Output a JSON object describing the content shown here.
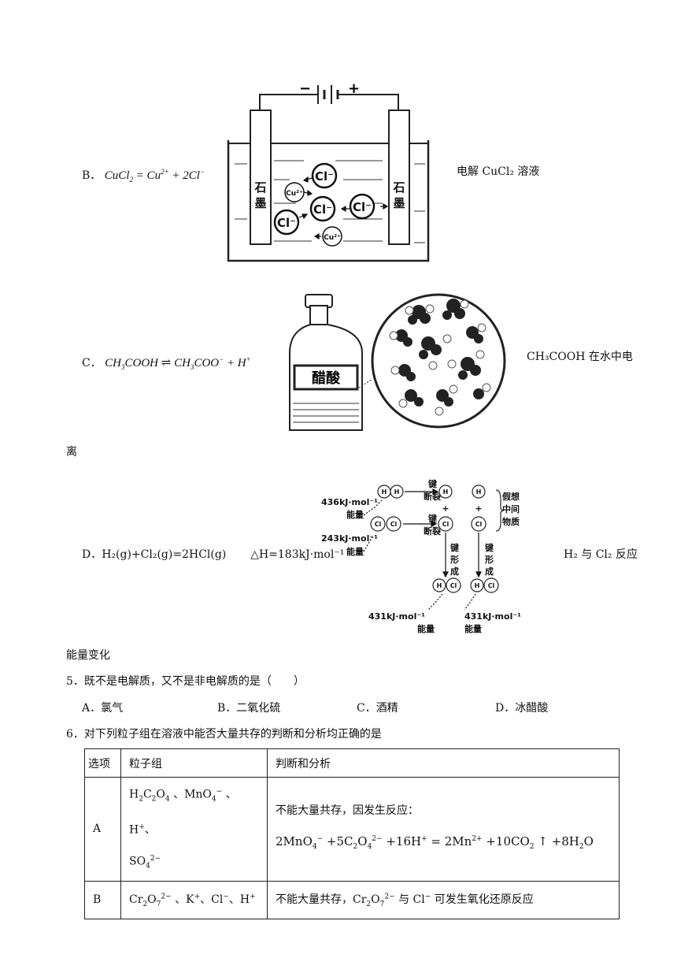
{
  "option_b": {
    "label": "B．",
    "caption": "电解 CuCl₂ 溶液",
    "diagram": {
      "minus": "−",
      "plus": "+",
      "electrode_left": [
        "石",
        "墨"
      ],
      "electrode_right": [
        "石",
        "墨"
      ],
      "ions": [
        "Cl⁻",
        "Cu²⁺",
        "Cl⁻",
        "Cl⁻",
        "Cl⁻",
        "Cu²⁺"
      ]
    }
  },
  "option_c": {
    "label": "C．",
    "caption": "CH₃COOH 在水中电",
    "caption_wrap": "离",
    "bottle_label": "醋酸"
  },
  "option_d": {
    "label": "D．",
    "equation": "H₂(g)+Cl₂(g)=2HCl(g)",
    "delta_h": "△H=183kJ·mol⁻¹",
    "caption": "H₂ 与 Cl₂ 反应",
    "caption_wrap": "能量变化",
    "diagram": {
      "e_hh": "436kJ·mol⁻¹",
      "energy": "能量",
      "e_clcl": "243kJ·mol⁻¹",
      "break": [
        "键",
        "断裂"
      ],
      "form": [
        "键",
        "形",
        "成"
      ],
      "hypo": [
        "假想",
        "中间",
        "物质"
      ],
      "e_hcl": "431kJ·mol⁻¹",
      "atom_h": "H",
      "atom_cl": "Cl",
      "plus": "+"
    }
  },
  "q5": {
    "stem": "5．既不是电解质，又不是非电解质的是（　　）",
    "choices": [
      "A．氯气",
      "B．二氧化硫",
      "C．酒精",
      "D．冰醋酸"
    ]
  },
  "q6": {
    "stem": "6．对下列粒子组在溶液中能否大量共存的判断和分析均正确的是",
    "headers": [
      "选项",
      "粒子组",
      "判断和分析"
    ],
    "row_a": {
      "option": "A",
      "analysis": "不能大量共存，因发生反应："
    },
    "row_b": {
      "option": "B",
      "analysis_prefix": "不能大量共存，",
      "analysis_suffix": "可发生氧化还原反应"
    }
  }
}
